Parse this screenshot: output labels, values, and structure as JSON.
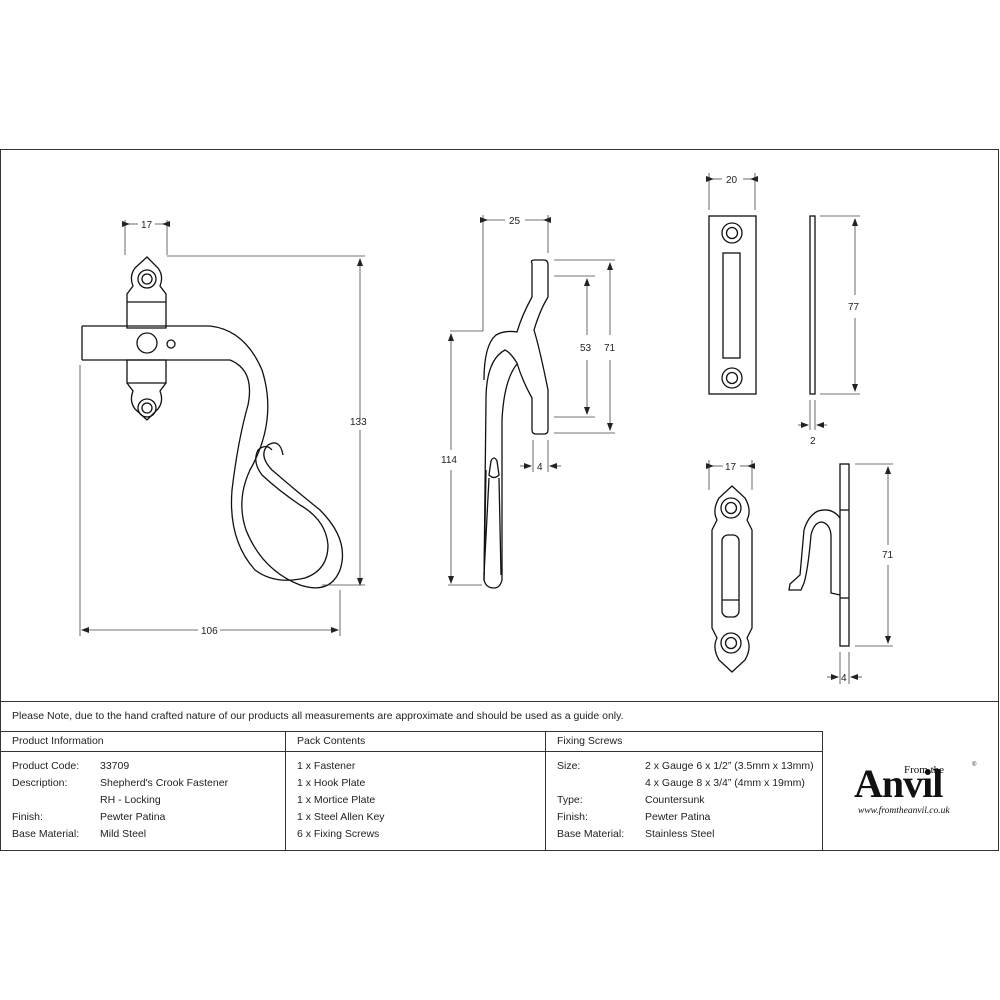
{
  "drawing": {
    "fastener_front": {
      "dims": {
        "width_top": "17",
        "height": "133",
        "width_overall": "106"
      }
    },
    "fastener_side": {
      "dims": {
        "depth": "25",
        "height": "114",
        "cam_height_inner": "53",
        "cam_height_outer": "71",
        "cam_thickness": "4"
      }
    },
    "mortice_plate": {
      "dims": {
        "width": "20",
        "height": "77",
        "thickness": "2"
      }
    },
    "hook_plate": {
      "dims": {
        "width": "17",
        "height": "71",
        "thickness": "4"
      }
    }
  },
  "note": "Please Note, due to the hand crafted nature of our products all measurements are approximate and should be used as a guide only.",
  "product_information": {
    "heading": "Product Information",
    "rows": [
      {
        "label": "Product Code:",
        "value": "33709"
      },
      {
        "label": "Description:",
        "value": "Shepherd's Crook Fastener"
      },
      {
        "label": "",
        "value": "RH - Locking"
      },
      {
        "label": "Finish:",
        "value": "Pewter Patina"
      },
      {
        "label": "Base Material:",
        "value": "Mild Steel"
      }
    ]
  },
  "pack_contents": {
    "heading": "Pack Contents",
    "items": [
      "1 x Fastener",
      "1 x Hook Plate",
      "1 x Mortice Plate",
      "1 x Steel Allen Key",
      "6 x Fixing Screws"
    ]
  },
  "fixing_screws": {
    "heading": "Fixing Screws",
    "rows": [
      {
        "label": "Size:",
        "value": "2 x Gauge 6 x 1/2” (3.5mm x 13mm)"
      },
      {
        "label": "",
        "value": "4 x Gauge 8 x 3/4” (4mm x 19mm)"
      },
      {
        "label": "Type:",
        "value": "Countersunk"
      },
      {
        "label": "Finish:",
        "value": "Pewter Patina"
      },
      {
        "label": "Base Material:",
        "value": "Stainless Steel"
      }
    ]
  },
  "logo": {
    "from_the": "From the",
    "brand": "Anvil",
    "registered": "®",
    "url": "www.fromtheanvil.co.uk"
  }
}
